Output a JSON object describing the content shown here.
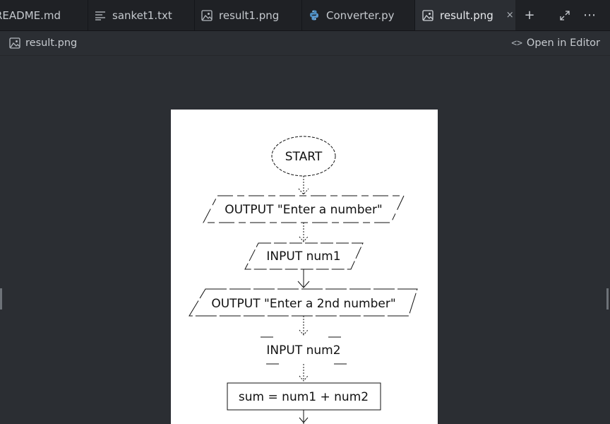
{
  "tabs": [
    {
      "label": "README.md",
      "icon": "markdown-icon"
    },
    {
      "label": "sanket1.txt",
      "icon": "text-file-icon"
    },
    {
      "label": "result1.png",
      "icon": "image-icon"
    },
    {
      "label": "Converter.py",
      "icon": "python-icon"
    },
    {
      "label": "result.png",
      "icon": "image-icon",
      "active": true
    }
  ],
  "tab_close_glyph": "×",
  "toolbar": {
    "new_tab": "+",
    "maximize": "⤢",
    "more": "⋯"
  },
  "breadcrumb": {
    "file": "result.png",
    "open_in_editor": "Open in Editor"
  },
  "flowchart": {
    "start": "START",
    "step1": "OUTPUT \"Enter a number\"",
    "step2": "INPUT num1",
    "step3": "OUTPUT \"Enter a 2nd number\"",
    "step4": "INPUT num2",
    "step5": "sum = num1 + num2"
  }
}
